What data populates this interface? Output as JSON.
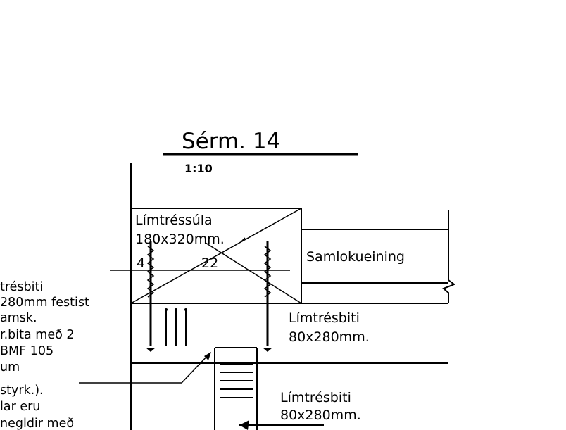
{
  "title": "Sérm. 14",
  "scale": "1:10",
  "labels": {
    "column": [
      "Límtréssúla",
      "180x320mm."
    ],
    "panel": "Samlokueining",
    "beam_upper": [
      "Límtrésbiti",
      "80x280mm."
    ],
    "beam_lower": [
      "Límtrésbiti",
      "80x280mm."
    ]
  },
  "dimensions": {
    "left": "4",
    "middle": "22"
  },
  "side_note": [
    "trésbiti",
    "280mm  festist",
    "amsk.",
    "r.bita  með  2",
    "  BMF  105",
    "um",
    "styrk.).",
    "lar  eru",
    "negldir  með"
  ]
}
